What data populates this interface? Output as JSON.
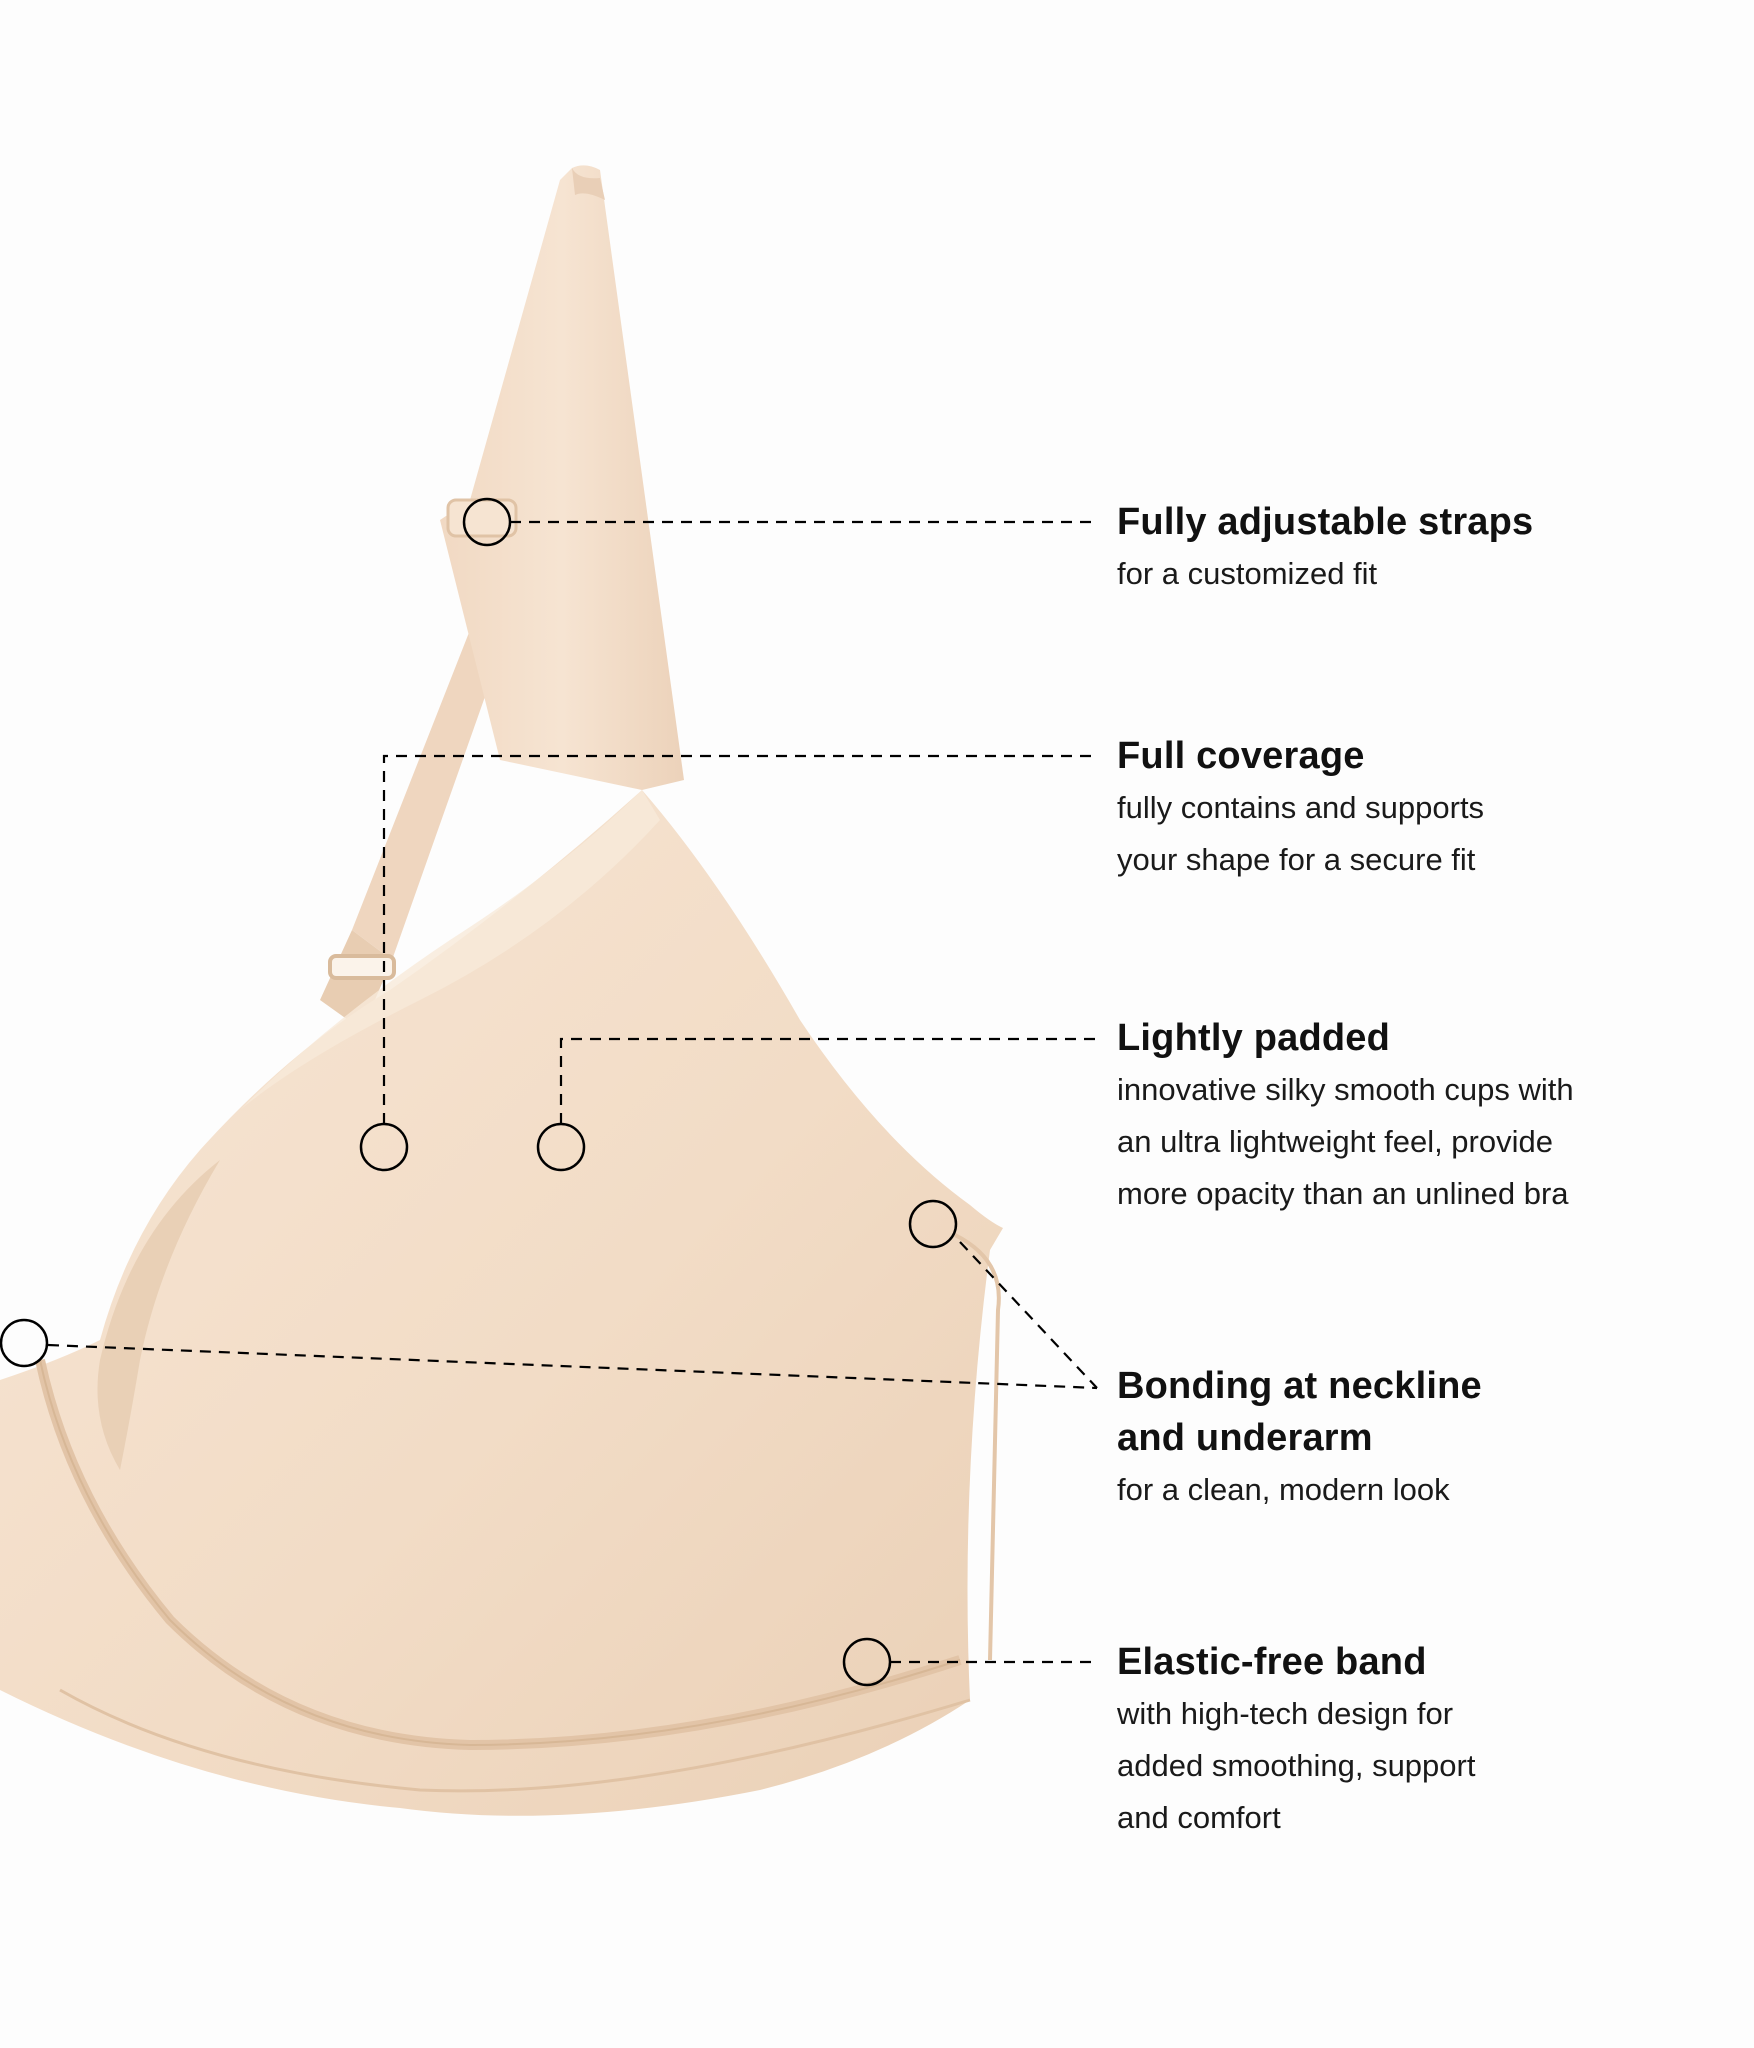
{
  "features": [
    {
      "title": "Fully adjustable straps",
      "desc": "for a customized fit"
    },
    {
      "title": "Full coverage",
      "desc": "fully contains and supports\nyour shape for a secure fit"
    },
    {
      "title": "Lightly padded",
      "desc": "innovative silky smooth cups with\nan ultra lightweight feel, provide\nmore opacity than an unlined bra"
    },
    {
      "title": "Bonding at neckline\nand underarm",
      "desc": "for a clean, modern look"
    },
    {
      "title": "Elastic-free band",
      "desc": "with high-tech design for\nadded smoothing, support\nand comfort"
    }
  ],
  "colors": {
    "background": "#fdfdfd",
    "fabric": "#f2dcc6",
    "fabric_shadow": "#e6cbb1",
    "fabric_highlight": "#f8e8d8",
    "text": "#111111"
  },
  "icons": [
    "callout-marker-circle"
  ]
}
